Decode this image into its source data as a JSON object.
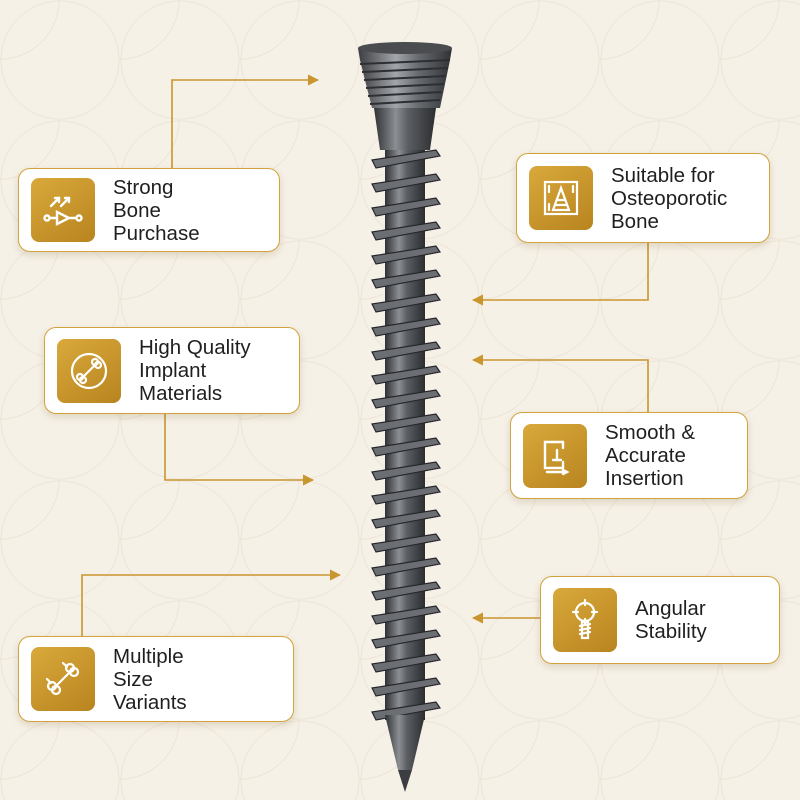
{
  "colors": {
    "accent": "#d2a33c",
    "icon_bg": "#c4912a",
    "line": "#c9952e",
    "screw": "#55585c"
  },
  "features": [
    {
      "id": "strong-bone-purchase",
      "label": "Strong\nBone\nPurchase",
      "icon": "growth-chart-icon"
    },
    {
      "id": "osteoporotic-bone",
      "label": "Suitable for\nOsteoporotic\nBone",
      "icon": "frame-measure-icon"
    },
    {
      "id": "implant-materials",
      "label": "High Quality\nImplant\nMaterials",
      "icon": "bone-circle-icon"
    },
    {
      "id": "smooth-insertion",
      "label": "Smooth &\nAccurate\nInsertion",
      "icon": "clamp-icon"
    },
    {
      "id": "size-variants",
      "label": "Multiple\nSize\nVariants",
      "icon": "bone-icon"
    },
    {
      "id": "angular-stability",
      "label": "Angular\nStability",
      "icon": "screw-target-icon"
    }
  ]
}
